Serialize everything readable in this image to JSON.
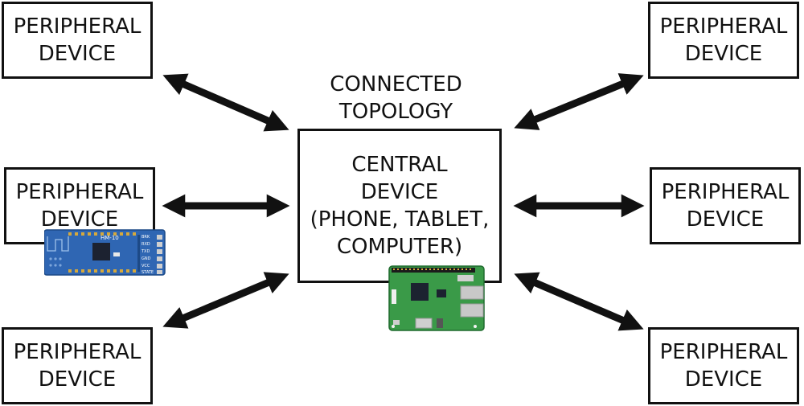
{
  "title": "CONNECTED\nTOPOLOGY",
  "central": {
    "label": "CENTRAL\nDEVICE\n(PHONE, TABLET,\nCOMPUTER)"
  },
  "peripherals": [
    {
      "id": "top-left",
      "label": "PERIPHERAL\nDEVICE"
    },
    {
      "id": "mid-left",
      "label": "PERIPHERAL\nDEVICE"
    },
    {
      "id": "bottom-left",
      "label": "PERIPHERAL\nDEVICE"
    },
    {
      "id": "top-right",
      "label": "PERIPHERAL\nDEVICE"
    },
    {
      "id": "mid-right",
      "label": "PERIPHERAL\nDEVICE"
    },
    {
      "id": "bottom-right",
      "label": "PERIPHERAL\nDEVICE"
    }
  ],
  "ble_module": {
    "model": "HM-10",
    "pins": [
      "BRK",
      "RXD",
      "TXD",
      "GND",
      "VCC",
      "STATE"
    ]
  },
  "colors": {
    "stroke": "#111111",
    "ble_board": "#2f66b3",
    "pi_board": "#3a9a48"
  }
}
